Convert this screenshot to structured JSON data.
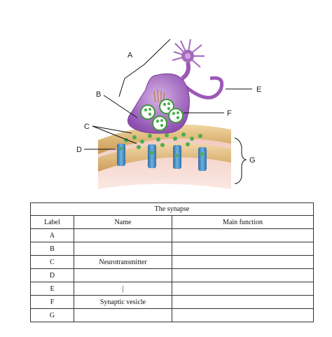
{
  "diagram": {
    "labels": {
      "A": "A",
      "B": "B",
      "C": "C",
      "D": "D",
      "E": "E",
      "F": "F",
      "G": "G"
    }
  },
  "table": {
    "caption": "The synapse",
    "headers": [
      "Label",
      "Name",
      "Main function"
    ],
    "rows": [
      {
        "label": "A",
        "name": "",
        "function": ""
      },
      {
        "label": "B",
        "name": "",
        "function": ""
      },
      {
        "label": "C",
        "name": "Neurotransmitter",
        "function": ""
      },
      {
        "label": "D",
        "name": "",
        "function": ""
      },
      {
        "label": "E",
        "name": "|",
        "function": ""
      },
      {
        "label": "F",
        "name": "Synaptic vesicle",
        "function": ""
      },
      {
        "label": "G",
        "name": "",
        "function": ""
      }
    ]
  },
  "colors": {
    "neuron": "#a569bd",
    "membrane": "#e8c07a",
    "receptor": "#4a90c8",
    "neurotransmitter": "#5cb85c"
  }
}
